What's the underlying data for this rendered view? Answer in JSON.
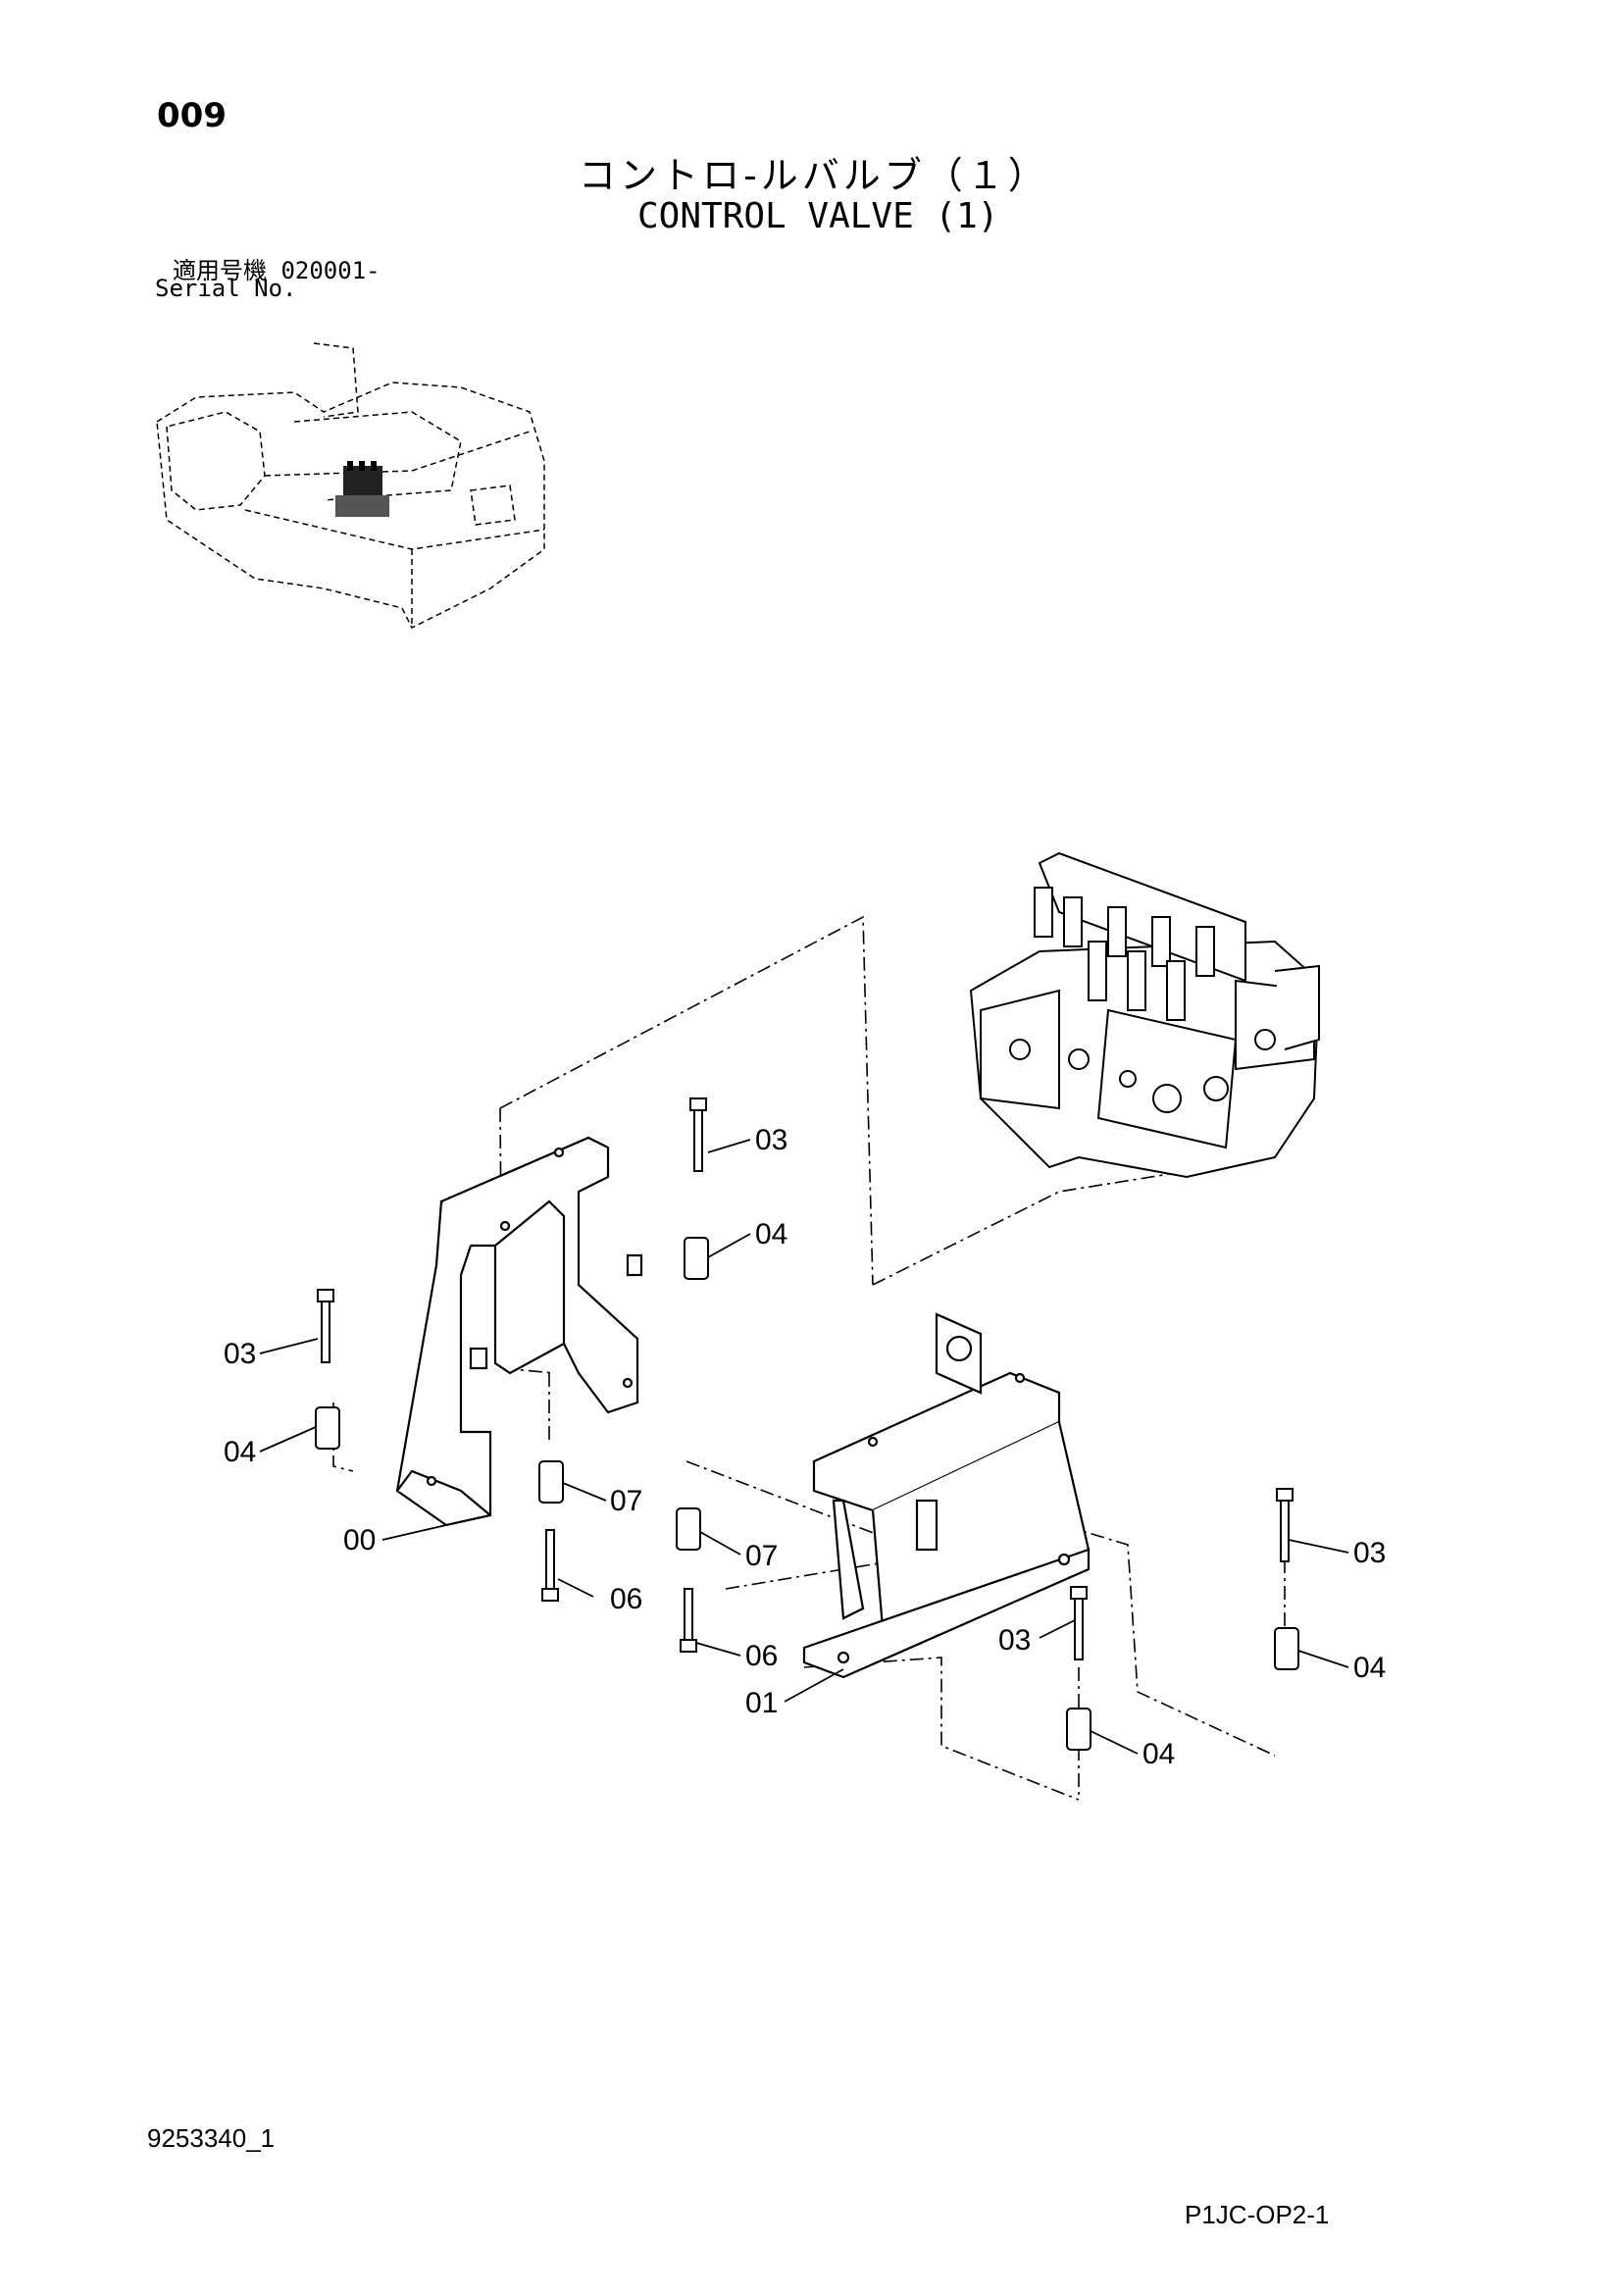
{
  "header": {
    "page_number": "009",
    "title_jp": "コントロ-ルバルブ（１）",
    "title_en": "CONTROL VALVE (1)",
    "serial_jp": "適用号機  020001-",
    "serial_en": "Serial No."
  },
  "footer": {
    "doc_number": "9253340_1",
    "page_code": "P1JC-OP2-1"
  },
  "callouts": [
    {
      "label": "03",
      "part": "bolt-top"
    },
    {
      "label": "04",
      "part": "spacer-top"
    },
    {
      "label": "03",
      "part": "bolt-left"
    },
    {
      "label": "04",
      "part": "spacer-left"
    },
    {
      "label": "00",
      "part": "bracket-left"
    },
    {
      "label": "07",
      "part": "spacer-center"
    },
    {
      "label": "06",
      "part": "bolt-center"
    },
    {
      "label": "07",
      "part": "spacer-center-2"
    },
    {
      "label": "06",
      "part": "bolt-center-2"
    },
    {
      "label": "01",
      "part": "bracket-right"
    },
    {
      "label": "03",
      "part": "bolt-right-mid"
    },
    {
      "label": "04",
      "part": "spacer-right-mid"
    },
    {
      "label": "03",
      "part": "bolt-far-right"
    },
    {
      "label": "04",
      "part": "spacer-far-right"
    }
  ],
  "icons": [
    "excavator-overview-icon",
    "control-valve-icon"
  ]
}
